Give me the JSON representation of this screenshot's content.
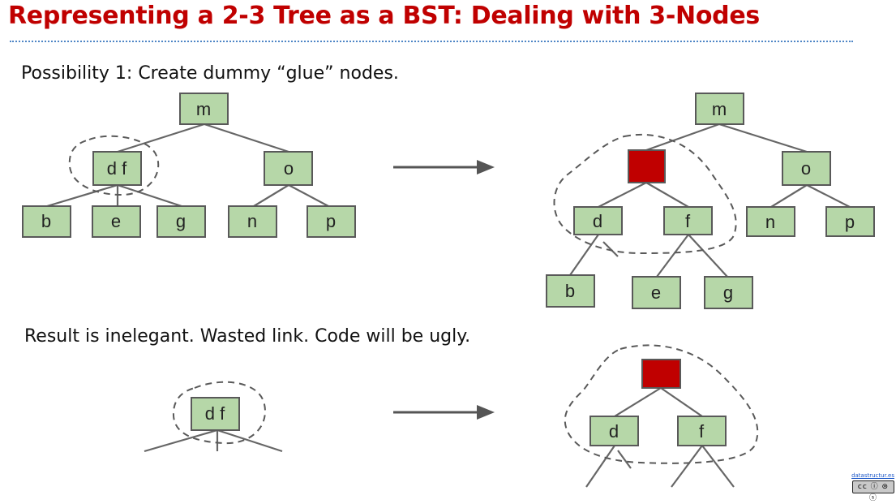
{
  "slide": {
    "title": "Representing a 2-3 Tree as a BST: Dealing with 3-Nodes",
    "possibility": "Possibility 1: Create dummy “glue” nodes.",
    "result": "Result is inelegant. Wasted link. Code will be ugly.",
    "credit": "datastructur.es",
    "license_badge": "cc ⓘ ⊜ ⓢ"
  },
  "colors": {
    "title": "#c00000",
    "node_fill": "#b6d7a8",
    "glue_fill": "#c00000",
    "rule": "#4f86c6"
  },
  "top_left_tree": {
    "root": "m",
    "left": "d f",
    "right": "o",
    "leaves": [
      "b",
      "e",
      "g",
      "n",
      "p"
    ]
  },
  "top_right_tree": {
    "root": "m",
    "glue": "",
    "left": "d",
    "mid": "f",
    "right": "o",
    "leaves": [
      "b",
      "e",
      "g",
      "n",
      "p"
    ]
  },
  "bottom_left": {
    "node": "d f"
  },
  "bottom_right": {
    "glue": "",
    "left": "d",
    "right": "f"
  }
}
